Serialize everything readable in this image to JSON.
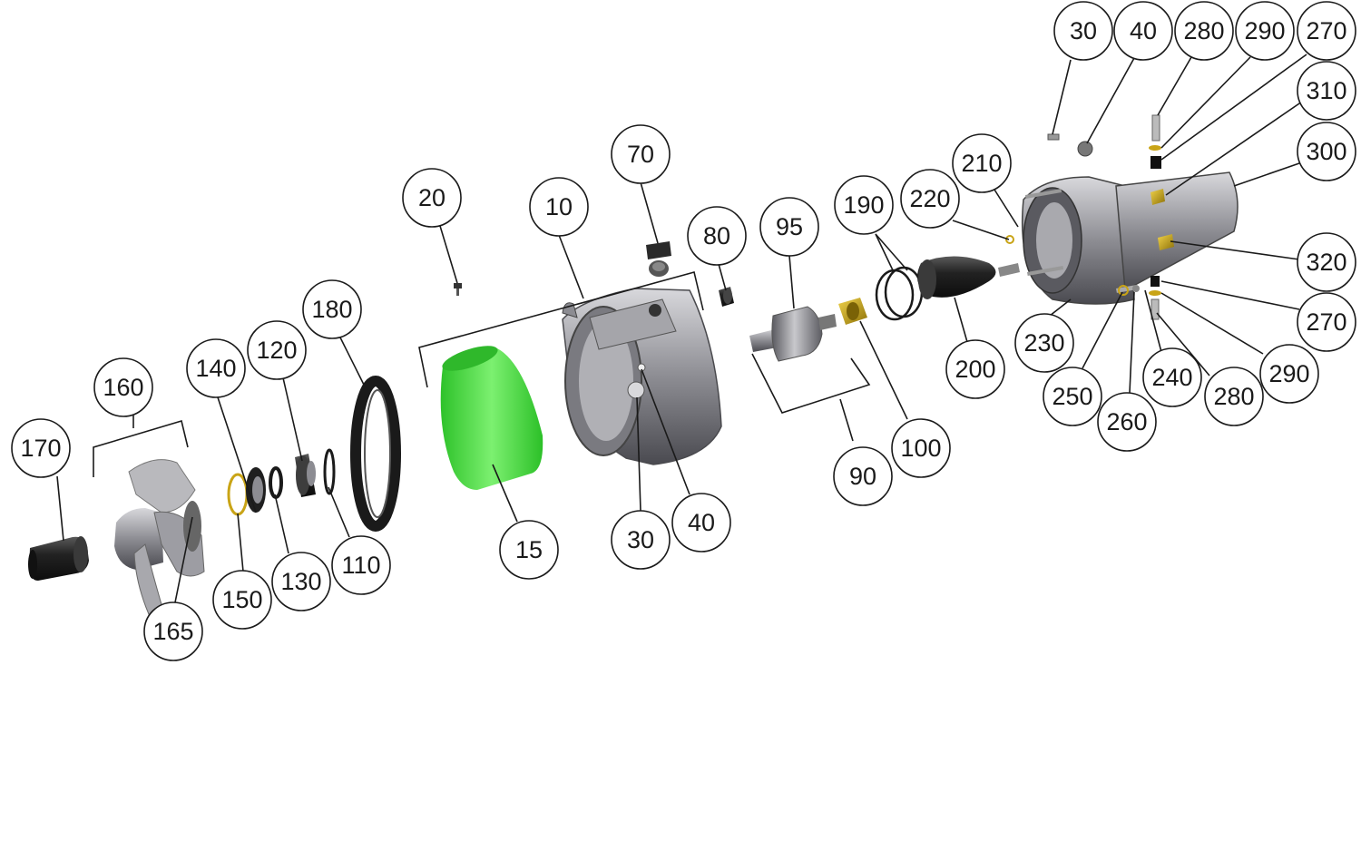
{
  "diagram": {
    "accent_color": "#3ed93a",
    "part_color_dark": "#222222",
    "part_color_metal": "#8c8c92",
    "part_color_brass": "#c9a416",
    "callouts": [
      {
        "label": "170"
      },
      {
        "label": "160"
      },
      {
        "label": "165"
      },
      {
        "label": "140"
      },
      {
        "label": "150"
      },
      {
        "label": "120"
      },
      {
        "label": "130"
      },
      {
        "label": "110"
      },
      {
        "label": "180"
      },
      {
        "label": "20"
      },
      {
        "label": "15"
      },
      {
        "label": "10"
      },
      {
        "label": "70"
      },
      {
        "label": "80"
      },
      {
        "label": "30"
      },
      {
        "label": "40"
      },
      {
        "label": "95"
      },
      {
        "label": "90"
      },
      {
        "label": "100"
      },
      {
        "label": "190"
      },
      {
        "label": "200"
      },
      {
        "label": "220"
      },
      {
        "label": "210"
      },
      {
        "label": "230"
      },
      {
        "label": "250"
      },
      {
        "label": "260"
      },
      {
        "label": "240"
      },
      {
        "label": "280"
      },
      {
        "label": "290"
      },
      {
        "label": "270"
      },
      {
        "label": "30"
      },
      {
        "label": "40"
      },
      {
        "label": "280"
      },
      {
        "label": "290"
      },
      {
        "label": "270"
      },
      {
        "label": "310"
      },
      {
        "label": "300"
      },
      {
        "label": "320"
      }
    ]
  }
}
